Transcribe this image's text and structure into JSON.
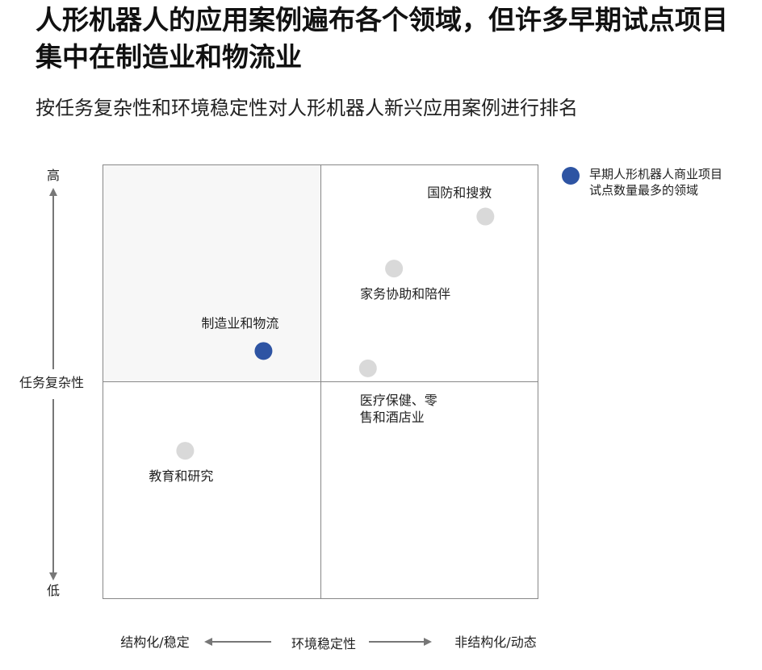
{
  "title": "人形机器人的应用案例遍布各个领域，但许多早期试点项目集中在制造业和物流业",
  "subtitle": "按任务复杂性和环境稳定性对人形机器人新兴应用案例进行排名",
  "colors": {
    "highlight": "#2E54A3",
    "default": "#D9D9D9",
    "quadrant_fill": "#F7F7F7",
    "axis": "#777777"
  },
  "legend": {
    "label": "早期人形机器人商业项目试点数量最多的领域",
    "icon": "filled-circle"
  },
  "chart_data": {
    "type": "scatter",
    "title": "人形机器人新兴应用案例",
    "xlabel": "环境稳定性",
    "ylabel": "任务复杂性",
    "x_low_label": "结构化/稳定",
    "x_high_label": "非结构化/动态",
    "y_low_label": "低",
    "y_high_label": "高",
    "xlim": [
      0,
      10
    ],
    "ylim": [
      0,
      10
    ],
    "quadrant_split": [
      5,
      5
    ],
    "grid": false,
    "legend_position": "top-right",
    "points": [
      {
        "label": "国防和搜救",
        "x": 8.8,
        "y": 8.8,
        "highlight": false
      },
      {
        "label": "家务协助和陪伴",
        "x": 6.7,
        "y": 7.6,
        "highlight": false
      },
      {
        "label": "制造业和物流",
        "x": 3.7,
        "y": 5.7,
        "highlight": true
      },
      {
        "label": "医疗保健、零售和酒店业",
        "lines": [
          "医疗保健、零",
          "售和酒店业"
        ],
        "x": 6.1,
        "y": 5.3,
        "highlight": false
      },
      {
        "label": "教育和研究",
        "x": 1.9,
        "y": 3.4,
        "highlight": false
      }
    ]
  }
}
